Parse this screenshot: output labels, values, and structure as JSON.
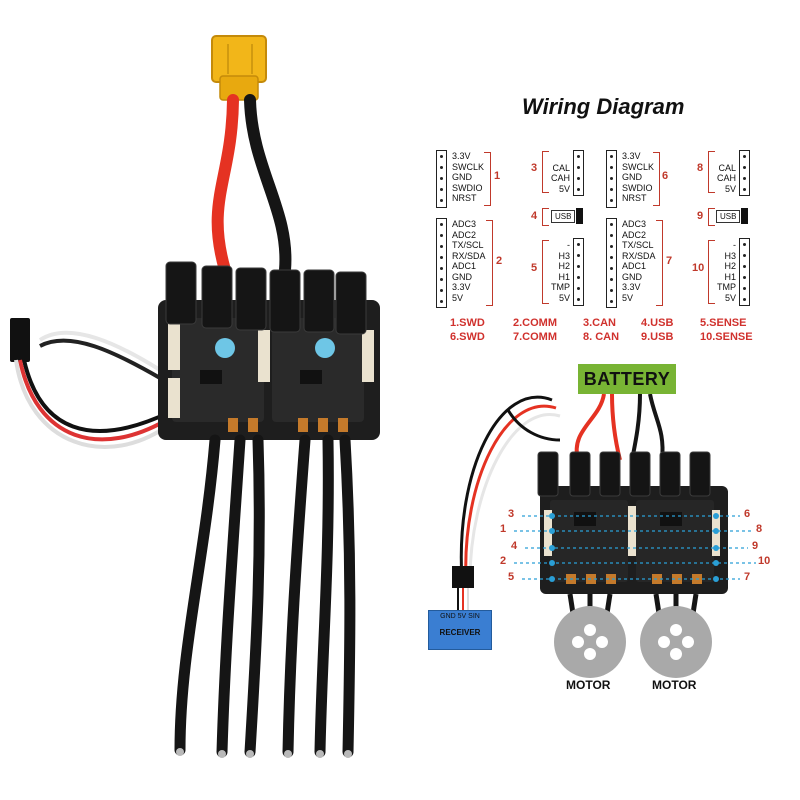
{
  "title": "Wiring Diagram",
  "pinouts": {
    "swd_pins": [
      "3.3V",
      "SWCLK",
      "GND",
      "SWDIO",
      "NRST"
    ],
    "comm_pins": [
      "ADC3",
      "ADC2",
      "TX/SCL",
      "RX/SDA",
      "ADC1",
      "GND",
      "3.3V",
      "5V"
    ],
    "can_pins": [
      "CAL",
      "CAH",
      "5V"
    ],
    "usb_label": "USB",
    "sense_pins": [
      "-",
      "H3",
      "H2",
      "H1",
      "TMP",
      "5V"
    ]
  },
  "group_numbers": [
    "1",
    "2",
    "3",
    "4",
    "5",
    "6",
    "7",
    "8",
    "9",
    "10"
  ],
  "legend": {
    "row1": [
      "1.SWD",
      "2.COMM",
      "3.CAN",
      "4.USB",
      "5.SENSE"
    ],
    "row2": [
      "6.SWD",
      "7.COMM",
      "8. CAN",
      "9.USB",
      "10.SENSE"
    ]
  },
  "hookup": {
    "battery": "BATTERY",
    "receiver_pins": "GND  5V  SIN",
    "receiver": "RECEIVER",
    "motor": "MOTOR",
    "left_ports": [
      "3",
      "1",
      "4",
      "2",
      "5"
    ],
    "right_ports": [
      "6",
      "8",
      "9",
      "10",
      "7"
    ]
  },
  "colors": {
    "accent_red": "#c0392b",
    "legend_red": "#d0312d",
    "battery_green": "#78b434",
    "receiver_blue": "#3a7ed2",
    "cable_red": "#e53222",
    "cable_black": "#151515",
    "pcb_dark": "#1e1e1e"
  }
}
